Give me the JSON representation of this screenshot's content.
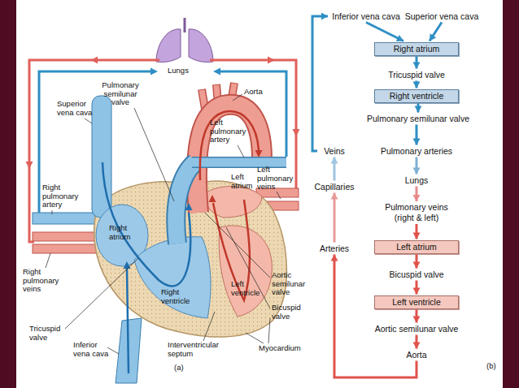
{
  "diagram": {
    "nodes": [
      {
        "text": [
          "Inferior vena cava"
        ]
      },
      {
        "text": [
          "Superior vena cava"
        ]
      },
      {
        "text": [
          "Right atrium"
        ]
      },
      {
        "text": [
          "Tricuspid valve"
        ]
      },
      {
        "text": [
          "Right ventricle"
        ]
      },
      {
        "text": [
          "Pulmonary semilunar valve"
        ]
      },
      {
        "text": [
          "Pulmonary arteries"
        ]
      },
      {
        "text": [
          "Lungs"
        ]
      },
      {
        "text": [
          "Pulmonary veins (right & left)"
        ]
      },
      {
        "text": [
          "Left atrium"
        ]
      },
      {
        "text": [
          "Bicuspid valve"
        ]
      },
      {
        "text": [
          "Left ventricle"
        ]
      },
      {
        "text": [
          "Aortic semilunar valve"
        ]
      },
      {
        "text": [
          "Aorta"
        ]
      },
      {
        "text": [
          "Arteries"
        ]
      },
      {
        "text": [
          "Capillaries"
        ]
      },
      {
        "text": [
          "Veins"
        ]
      }
    ],
    "edges": [
      {
        "from": 0,
        "to": 2,
        "arrow": "to"
      },
      {
        "from": 1,
        "to": 2,
        "arrow": "to"
      },
      {
        "from": 2,
        "to": 3,
        "arrow": "to"
      },
      {
        "from": 3,
        "to": 4,
        "arrow": "to"
      },
      {
        "from": 4,
        "to": 5,
        "arrow": "to"
      },
      {
        "from": 5,
        "to": 6,
        "arrow": "to"
      },
      {
        "from": 6,
        "to": 7,
        "arrow": "to"
      },
      {
        "from": 7,
        "to": 8,
        "arrow": "to"
      },
      {
        "from": 8,
        "to": 9,
        "arrow": "to"
      },
      {
        "from": 9,
        "to": 10,
        "arrow": "to"
      },
      {
        "from": 10,
        "to": 11,
        "arrow": "to"
      },
      {
        "from": 11,
        "to": 12,
        "arrow": "to"
      },
      {
        "from": 12,
        "to": 13,
        "arrow": "to"
      },
      {
        "from": 13,
        "to": 14,
        "arrow": "to"
      },
      {
        "from": 14,
        "to": 15,
        "arrow": "to"
      },
      {
        "from": 15,
        "to": 16,
        "arrow": "to"
      },
      {
        "from": 16,
        "to": 0,
        "arrow": "to"
      }
    ],
    "labels": [
      "Lungs",
      "Pulmonary semilunar valve",
      "Aorta",
      "Superior vena cava",
      "Left pulmonary artery",
      "Left pulmonary veins",
      "Left atrium",
      "Right pulmonary artery",
      "Right atrium",
      "Aortic semilunar valve",
      "Bicuspid valve",
      "Right pulmonary veins",
      "Left ventricle",
      "Right ventricle",
      "Tricuspid valve",
      "Inferior vena cava",
      "Interventricular septum",
      "Myocardium",
      "(a)",
      "(b)"
    ]
  }
}
